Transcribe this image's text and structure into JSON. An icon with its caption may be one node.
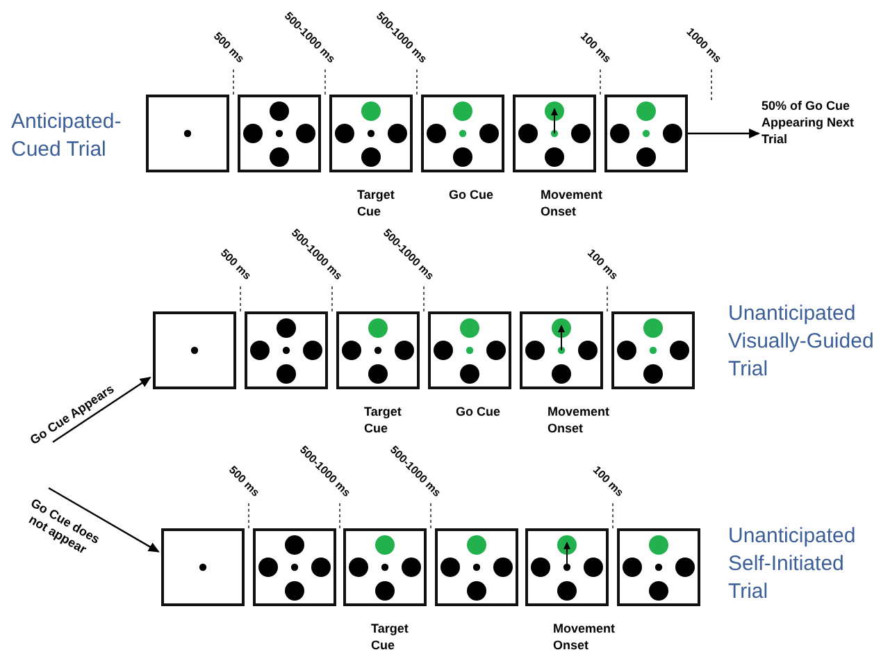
{
  "diagram": {
    "nodes": [
      {
        "text": [],
        "shape": "box",
        "beside": [
          "500 ms"
        ]
      },
      {
        "text": [],
        "shape": "box",
        "beside": [
          "500-1000 ms"
        ]
      },
      {
        "text": [],
        "shape": "box",
        "beside": [
          "500-1000 ms",
          "Target Cue"
        ]
      },
      {
        "text": [],
        "shape": "box",
        "beside": [
          "Go Cue"
        ]
      },
      {
        "text": [],
        "shape": "box",
        "beside": [
          "100 ms",
          "Movement Onset"
        ]
      },
      {
        "text": [],
        "shape": "box",
        "beside": [
          "1000 ms"
        ]
      },
      {
        "text": [
          "50% of Go Cue Appearing Next Trial"
        ]
      },
      {
        "text": [],
        "shape": "box",
        "beside": [
          "500 ms"
        ]
      },
      {
        "text": [],
        "shape": "box",
        "beside": [
          "500-1000 ms"
        ]
      },
      {
        "text": [],
        "shape": "box",
        "beside": [
          "500-1000 ms",
          "Target Cue"
        ]
      },
      {
        "text": [],
        "shape": "box",
        "beside": [
          "Go Cue"
        ]
      },
      {
        "text": [],
        "shape": "box",
        "beside": [
          "100 ms",
          "Movement Onset"
        ]
      },
      {
        "text": [],
        "shape": "box"
      },
      {
        "text": [],
        "shape": "box",
        "beside": [
          "500 ms"
        ]
      },
      {
        "text": [],
        "shape": "box",
        "beside": [
          "500-1000 ms"
        ]
      },
      {
        "text": [],
        "shape": "box",
        "beside": [
          "500-1000 ms",
          "Target Cue"
        ]
      },
      {
        "text": [],
        "shape": "box"
      },
      {
        "text": [],
        "shape": "box",
        "beside": [
          "100 ms",
          "Movement Onset"
        ]
      },
      {
        "text": [],
        "shape": "box"
      }
    ],
    "edges": [
      {
        "from": 5,
        "to": 6,
        "arrow": "to"
      },
      {
        "from": null,
        "to": 7,
        "arrow": "to",
        "label": "Go Cue Appears"
      },
      {
        "from": null,
        "to": 13,
        "arrow": "to",
        "label": "Go Cue does not appear"
      }
    ],
    "labels": [
      "Anticipated-Cued Trial",
      "Unanticipated Visually-Guided Trial",
      "Unanticipated Self-Initiated Trial"
    ]
  }
}
